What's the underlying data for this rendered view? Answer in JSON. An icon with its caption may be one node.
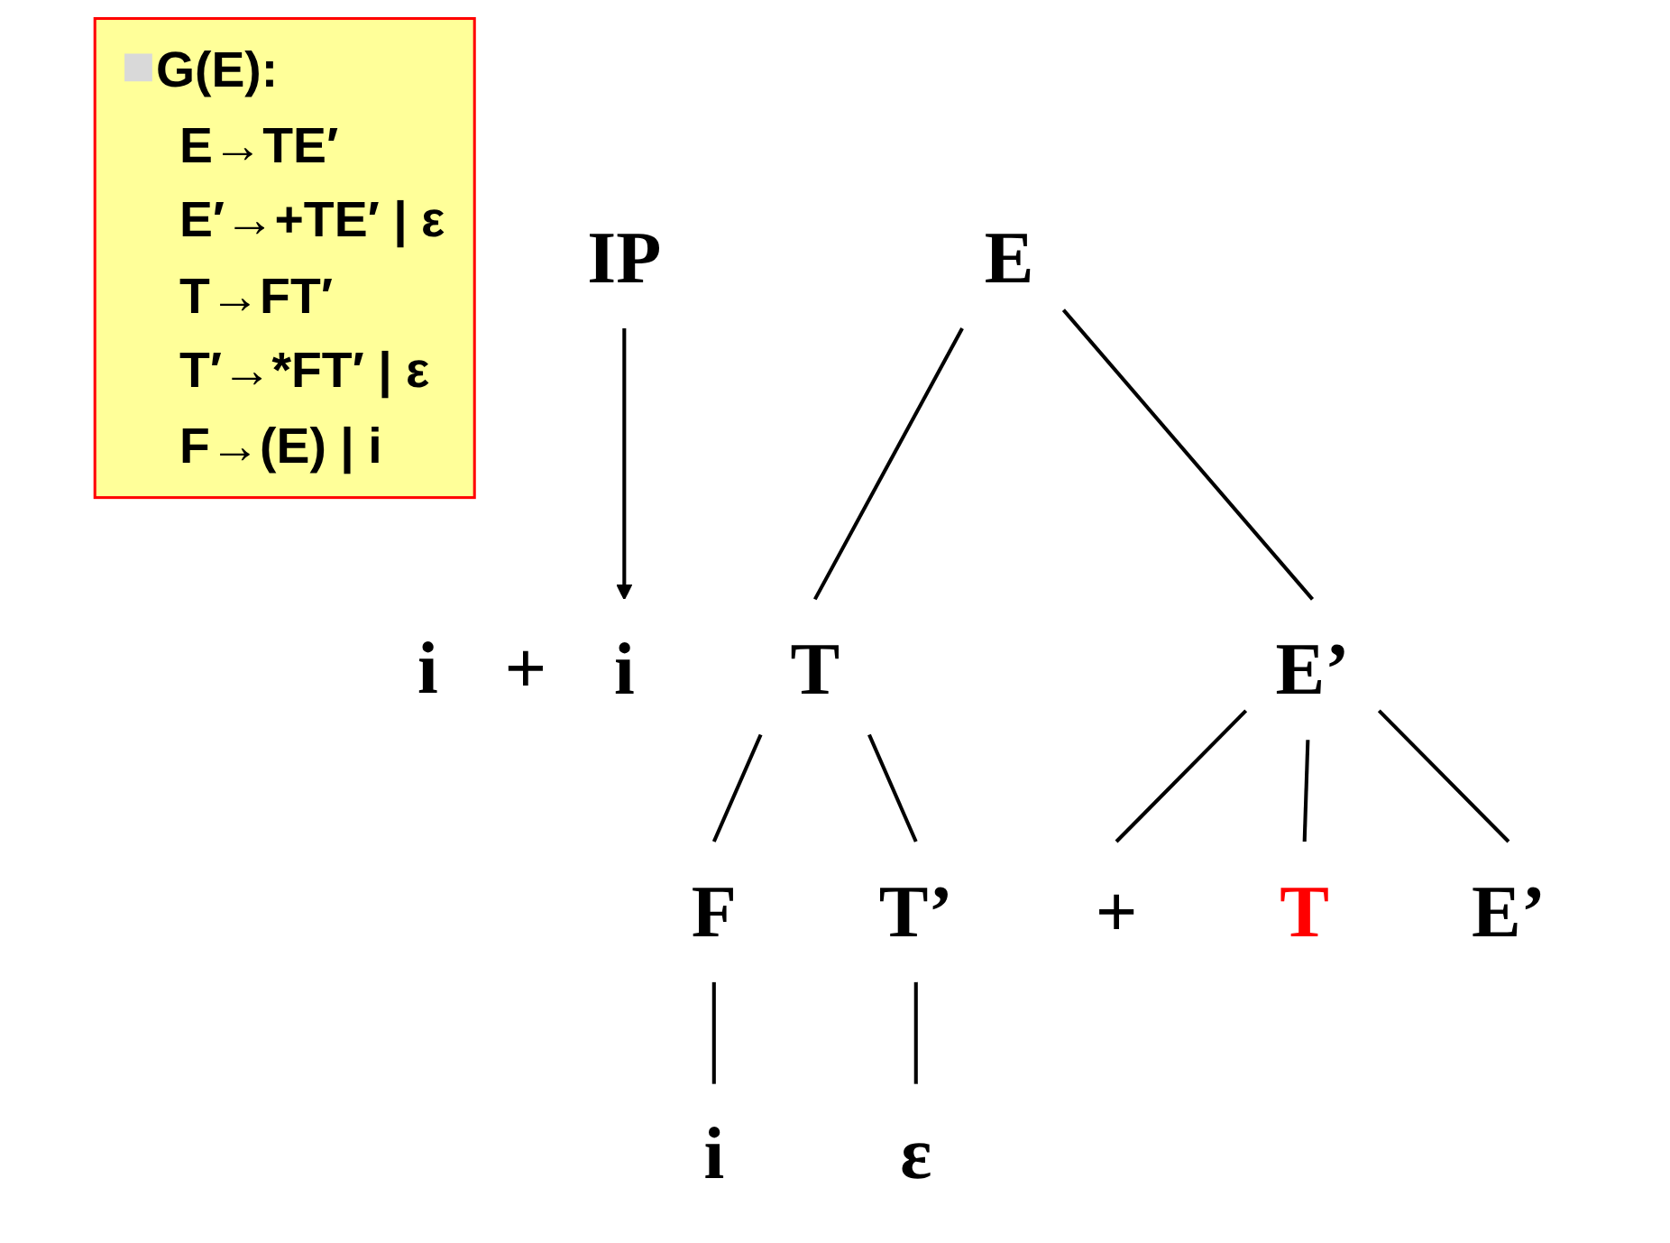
{
  "diagram": {
    "nodes": [
      {
        "text": [
          "E"
        ]
      },
      {
        "text": [
          "T"
        ]
      },
      {
        "text": [
          "E’"
        ]
      },
      {
        "text": [
          "i"
        ]
      },
      {
        "text": [
          "F"
        ]
      },
      {
        "text": [
          "T’"
        ]
      },
      {
        "text": [
          "+"
        ]
      },
      {
        "text": [
          "T"
        ]
      },
      {
        "text": [
          "E’"
        ]
      },
      {
        "text": [
          "IP"
        ]
      },
      {
        "text": [
          "i"
        ]
      },
      {
        "text": [
          "ε"
        ]
      },
      {
        "text": [
          "G(E):",
          "E→TE′",
          "E′→+TE′ | ε",
          "T→FT′",
          "T′→*FT′ | ε",
          "F→(E) | i"
        ]
      }
    ],
    "edges": [
      {
        "from": 0,
        "to": 1,
        "arrow": "none"
      },
      {
        "from": 0,
        "to": 2,
        "arrow": "none"
      },
      {
        "from": 1,
        "to": 4,
        "arrow": "none"
      },
      {
        "from": 1,
        "to": 5,
        "arrow": "none"
      },
      {
        "from": 2,
        "to": 6,
        "arrow": "none"
      },
      {
        "from": 2,
        "to": 7,
        "arrow": "none"
      },
      {
        "from": 2,
        "to": 8,
        "arrow": "none"
      },
      {
        "from": 9,
        "to": 3,
        "arrow": "to"
      },
      {
        "from": 4,
        "to": 10,
        "arrow": "none"
      },
      {
        "from": 5,
        "to": 11,
        "arrow": "none"
      }
    ],
    "labels": [
      "i",
      "+"
    ]
  }
}
